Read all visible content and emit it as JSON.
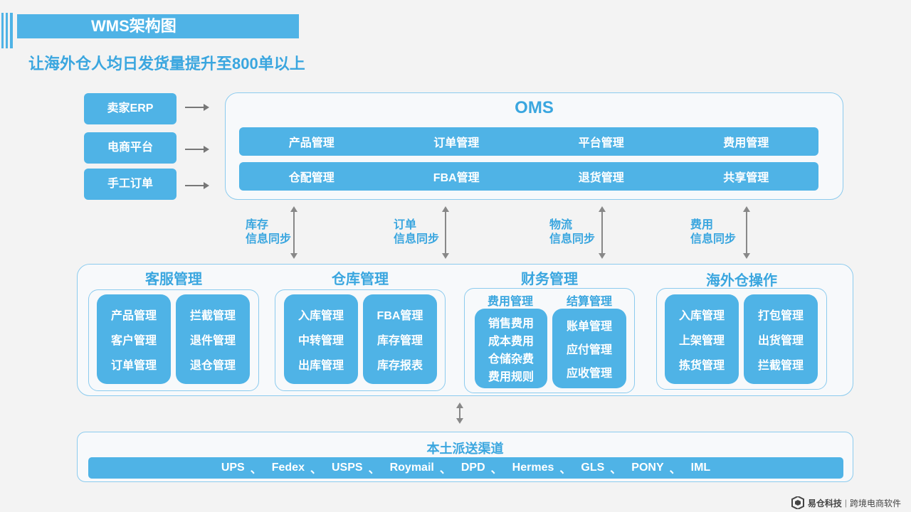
{
  "header": {
    "title": "WMS架构图",
    "subtitle": "让海外仓人均日发货量提升至800单以上"
  },
  "sources": [
    "卖家ERP",
    "电商平台",
    "手工订单"
  ],
  "oms": {
    "title": "OMS",
    "row1": [
      "产品管理",
      "订单管理",
      "平台管理",
      "费用管理"
    ],
    "row2": [
      "仓配管理",
      "FBA管理",
      "退货管理",
      "共享管理"
    ]
  },
  "sync": [
    {
      "line1": "库存",
      "line2": "信息同步"
    },
    {
      "line1": "订单",
      "line2": "信息同步"
    },
    {
      "line1": "物流",
      "line2": "信息同步"
    },
    {
      "line1": "费用",
      "line2": "信息同步"
    }
  ],
  "modules": {
    "customer_service": {
      "title": "客服管理",
      "col1": [
        "产品管理",
        "客户管理",
        "订单管理"
      ],
      "col2": [
        "拦截管理",
        "退件管理",
        "退仓管理"
      ]
    },
    "warehouse": {
      "title": "仓库管理",
      "col1": [
        "入库管理",
        "中转管理",
        "出库管理"
      ],
      "col2": [
        "FBA管理",
        "库存管理",
        "库存报表"
      ]
    },
    "finance": {
      "title": "财务管理",
      "sub1": "费用管理",
      "sub2": "结算管理",
      "col1": [
        "销售费用",
        "成本费用",
        "仓储杂费",
        "费用规则"
      ],
      "col2": [
        "账单管理",
        "应付管理",
        "应收管理"
      ]
    },
    "overseas": {
      "title": "海外仓操作",
      "col1": [
        "入库管理",
        "上架管理",
        "拣货管理"
      ],
      "col2": [
        "打包管理",
        "出货管理",
        "拦截管理"
      ]
    }
  },
  "delivery": {
    "title": "本土派送渠道",
    "carriers": [
      "UPS",
      "Fedex",
      "USPS",
      "Roymail",
      "DPD",
      "Hermes",
      "GLS",
      "PONY",
      "IML"
    ],
    "separator": "、"
  },
  "logo": {
    "text": "易仓科技",
    "suffix": "跨境电商软件"
  },
  "colors": {
    "accent": "#4fb3e6",
    "title_text": "#3aa6df",
    "outline": "#8ccbee"
  }
}
